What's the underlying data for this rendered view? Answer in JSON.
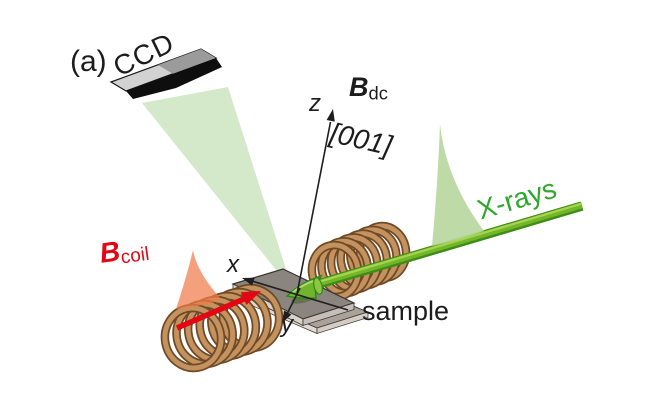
{
  "figure": {
    "type": "experimental-setup-diagram",
    "labels": {
      "panel": "(a)",
      "ccd": "CCD",
      "z": "z",
      "x": "x",
      "y": "y",
      "bdc_symbol": "B",
      "bdc_sub": "dc",
      "direction": "[001]",
      "bcoil_symbol": "B",
      "bcoil_sub": "coil",
      "xrays": "X-rays",
      "sample": "sample"
    },
    "colors": {
      "background": "#ffffff",
      "ink": "#1c1c1c",
      "xray_beam_green": "#74b62a",
      "xray_beam_edge": "#3e8d17",
      "xray_text_green": "#2fa82e",
      "diffracted_cone_green": "#cde4c1",
      "xray_pulse_green": "#b7d7a0",
      "coil_field_pulse_orange": "#f07c4a",
      "field_arrow_red": "#e30613",
      "coil_tan": "#c4925e",
      "coil_outline_brown": "#6f4a26",
      "sample_plate_gray": "#8b8580",
      "sample_edge_gray": "#d8d2ca",
      "ccd_gray": "#d2d2d2"
    }
  }
}
